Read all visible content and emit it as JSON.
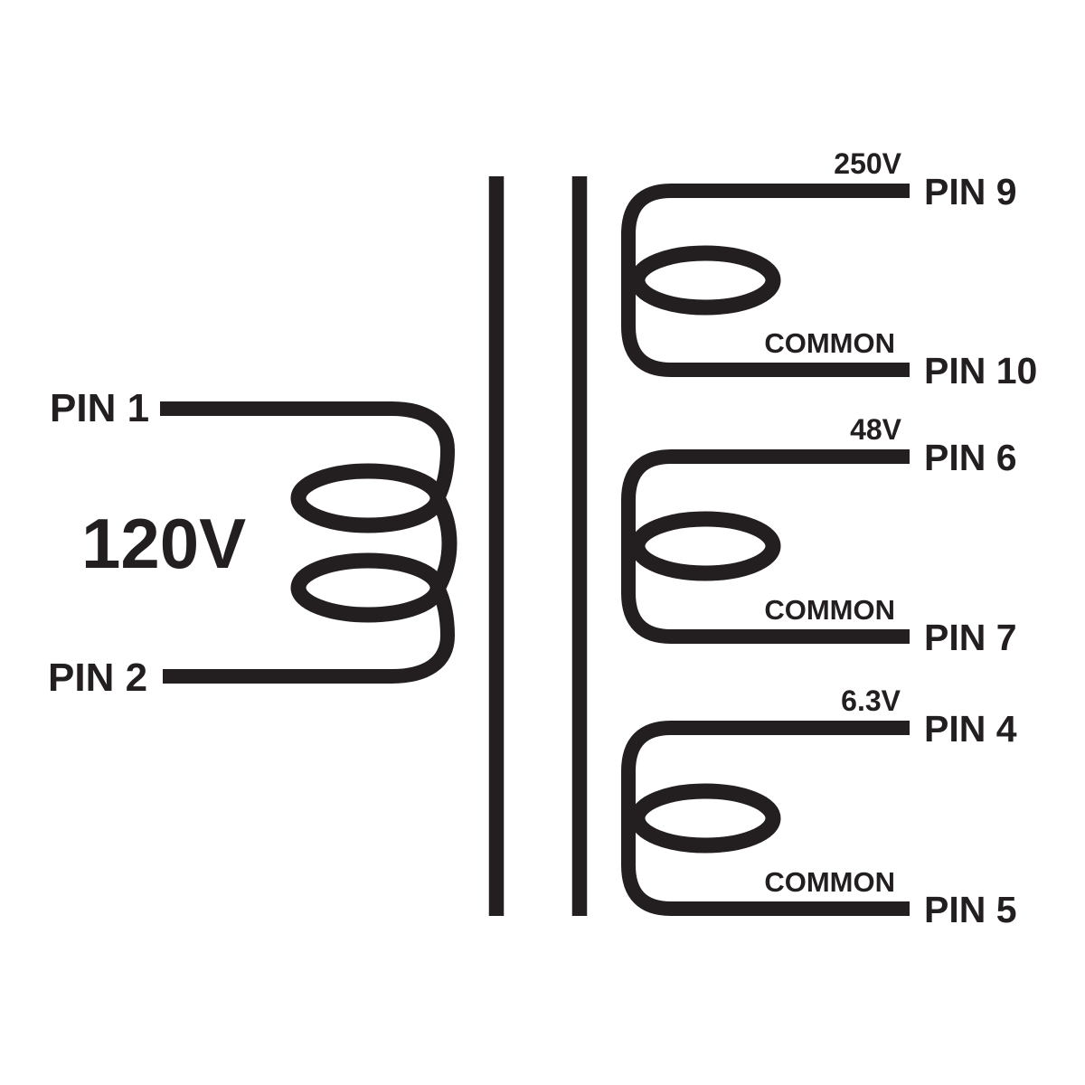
{
  "colors": {
    "ink": "#231f20",
    "background": "#ffffff"
  },
  "diagram": {
    "type": "transformer-winding-schematic",
    "primary": {
      "voltage_label": "120V",
      "pin_top": "PIN 1",
      "pin_bottom": "PIN 2"
    },
    "secondaries": [
      {
        "voltage_label": "250V",
        "pin_top": "PIN 9",
        "common_label": "COMMON",
        "pin_bottom": "PIN 10"
      },
      {
        "voltage_label": "48V",
        "pin_top": "PIN 6",
        "common_label": "COMMON",
        "pin_bottom": "PIN 7"
      },
      {
        "voltage_label": "6.3V",
        "pin_top": "PIN 4",
        "common_label": "COMMON",
        "pin_bottom": "PIN 5"
      }
    ]
  }
}
